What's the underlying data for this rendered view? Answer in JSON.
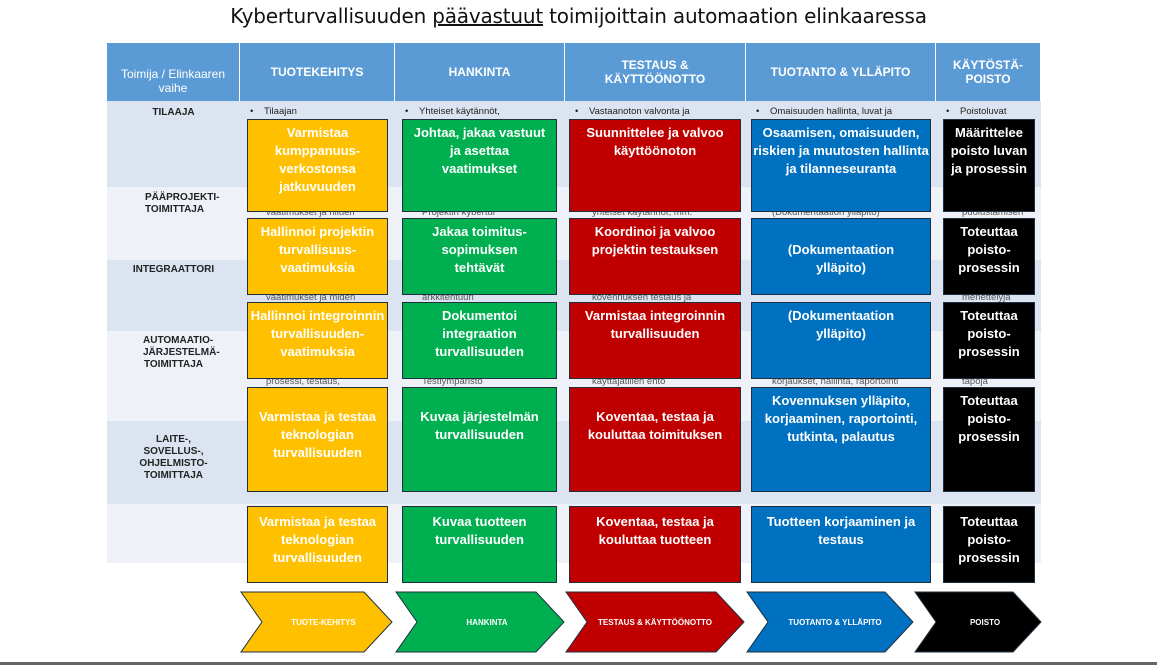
{
  "title": {
    "part1": "Kyberturvallisuuden ",
    "underlined": "päävastuut",
    "part2": " toimijoittain automaation elinkaaressa"
  },
  "header": {
    "corner": "Toimija / Elinkaaren vaihe",
    "phases": [
      "TUOTEKEHITYS",
      "HANKINTA",
      "TESTAUS & KÄYTTÖÖNOTTO",
      "TUOTANTO & YLLÄPITO",
      "KÄYTÖSTÄ-POISTO"
    ]
  },
  "row_labels": [
    "TILAAJA",
    "PÄÄPROJEKTI-TOIMITTAJA",
    "INTEGRAATTORI",
    "AUTOMAATIO-JÄRJESTELMÄ-TOIMITTAJA",
    "LAITE-, SOVELLUS-, OHJELMISTO-TOIMITTAJA"
  ],
  "background_snippets": {
    "c1": "Tilaajan",
    "c2": "Yhteiset käytännöt,",
    "c3": "Vastaanoton valvonta ja",
    "c4": "Omaisuuden hallinta, luvat ja",
    "c5": "Poistoluvat",
    "r2c1": "vaatimukset ja hiiden",
    "r2c2": "Projektin kybertur",
    "r2c3": "yhteiset käytännöt, mm.",
    "r2c4": "(Dokumentaation ylläpito)",
    "r2c5": "puolustamisen",
    "r3c1": "vaatimukset ja miden",
    "r3c2": "arkkitehtuuri",
    "r3c3": "kovennuksen testaus ja",
    "r3c5": "menettelyjä",
    "r4c1": "prosessi, testaus,",
    "r4c2": "Testiympäristö",
    "r4c3": "käyttäjätilien ehto",
    "r4c4": "korjaukset, hallinta, raportointi",
    "r4c5": "tapoja"
  },
  "boxes": [
    [
      "Varmistaa kumppanuus-verkostonsa jatkuvuuden",
      "Johtaa, jakaa vastuut ja asettaa vaatimukset",
      "Suunnittelee ja valvoo käyttöönoton",
      "Osaamisen, omaisuuden, riskien ja muutosten hallinta ja tilanneseuranta",
      "Määrittelee poisto luvan ja prosessin"
    ],
    [
      "Hallinnoi projektin turvallisuus-vaatimuksia",
      "Jakaa toimitus-sopimuksen tehtävät",
      "Koordinoi ja valvoo projektin testauksen",
      "(Dokumentaation ylläpito)",
      "Toteuttaa poisto-prosessin"
    ],
    [
      "Hallinnoi integroinnin turvallisuuden-vaatimuksia",
      "Dokumentoi integraation turvallisuuden",
      "Varmistaa integroinnin turvallisuuden",
      "(Dokumentaation ylläpito)",
      "Toteuttaa poisto-prosessin"
    ],
    [
      "Varmistaa ja testaa teknologian turvallisuuden",
      "Kuvaa järjestelmän turvallisuuden",
      "Koventaa, testaa ja kouluttaa toimituksen",
      "Kovennuksen ylläpito, korjaaminen, raportointi, tutkinta, palautus",
      "Toteuttaa poisto-prosessin"
    ],
    [
      "Varmistaa ja testaa teknologian turvallisuuden",
      "Kuvaa tuotteen turvallisuuden",
      "Koventaa, testaa ja kouluttaa tuotteen",
      "Tuotteen korjaaminen ja testaus",
      "Toteuttaa poisto-prosessin"
    ]
  ],
  "arrows": [
    {
      "label": "TUOTE-KEHITYS",
      "color": "#ffc000"
    },
    {
      "label": "HANKINTA",
      "color": "#00b050"
    },
    {
      "label": "TESTAUS & KÄYTTÖÖNOTTO",
      "color": "#c00000"
    },
    {
      "label": "TUOTANTO & YLLÄPITO",
      "color": "#0070c0"
    },
    {
      "label": "POISTO",
      "color": "#000000"
    }
  ],
  "colors": {
    "header": "#5b9bd5",
    "grid_bg": "#dbe4f0",
    "yellow": "#ffc000",
    "green": "#00b050",
    "red": "#c00000",
    "blue": "#0070c0",
    "black": "#000000"
  }
}
